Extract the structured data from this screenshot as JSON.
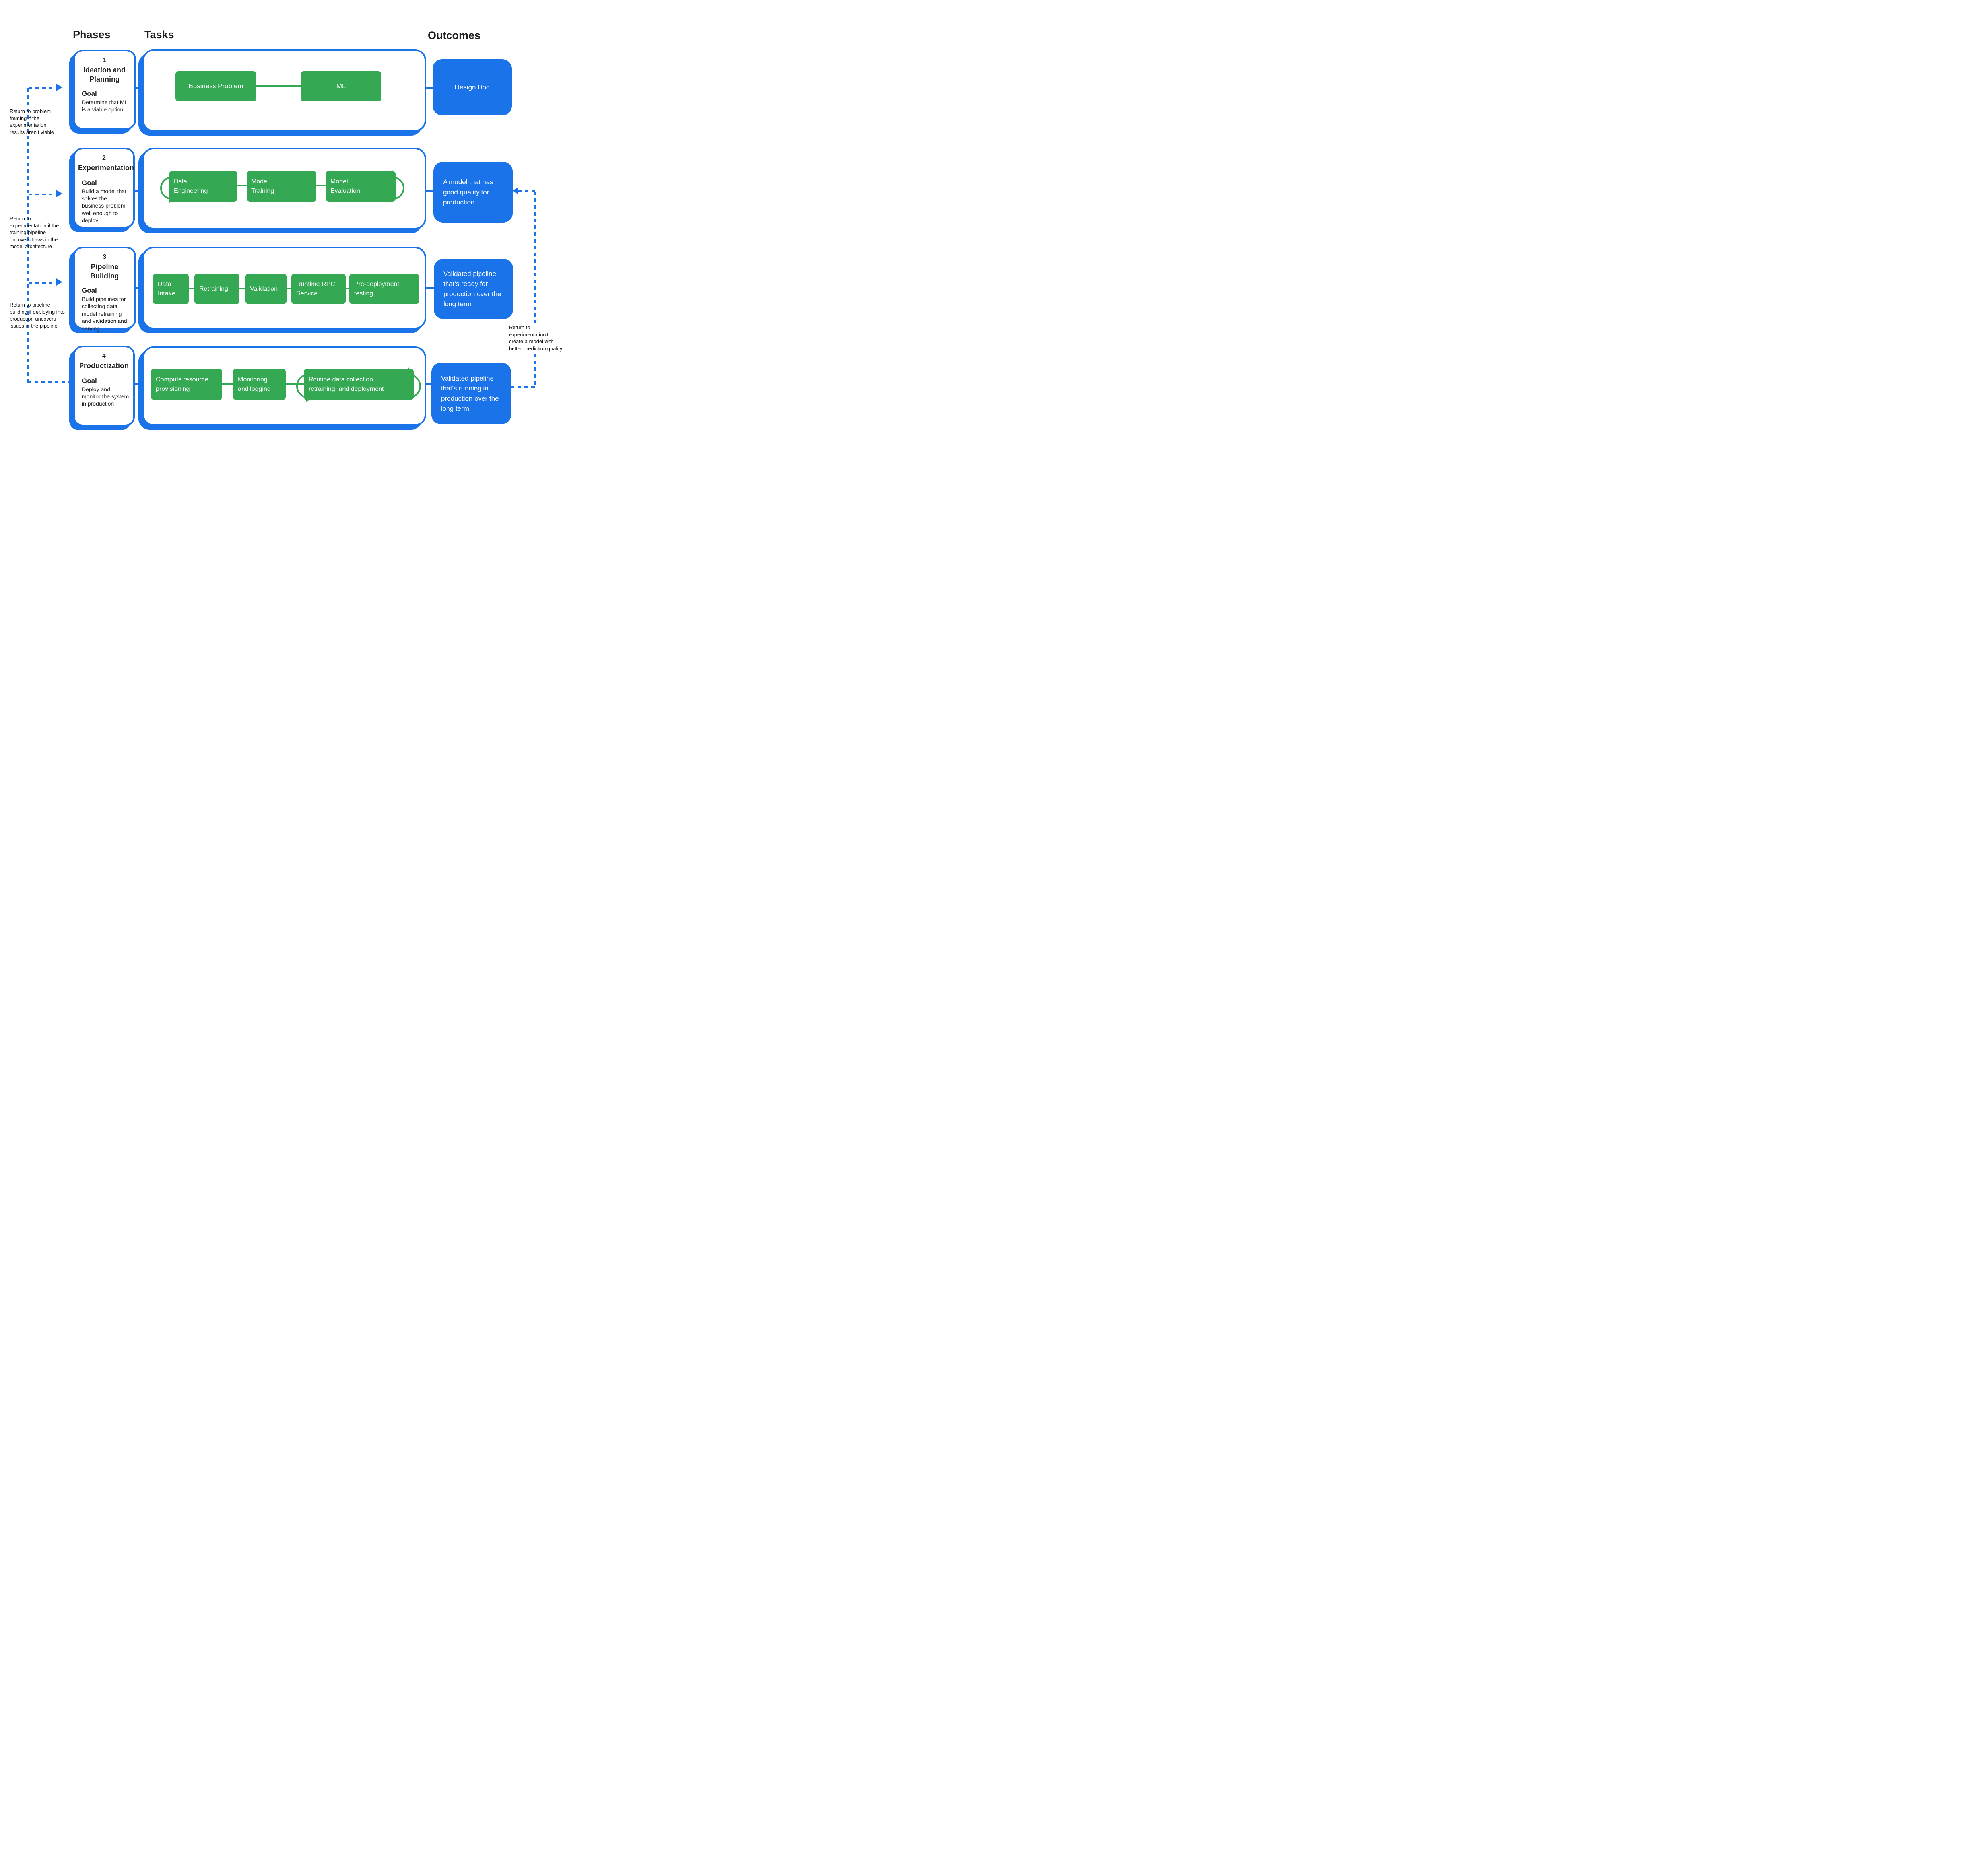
{
  "header": {
    "phases": "Phases",
    "tasks": "Tasks",
    "outcomes": "Outcomes"
  },
  "colors": {
    "accent_blue": "#1A73E8",
    "task_green": "#34A853",
    "text": "#202124"
  },
  "phases": [
    {
      "number": "1",
      "title": "Ideation and Planning",
      "goal_label": "Goal",
      "goal": "Determine that ML is a viable option",
      "tasks": [
        "Business Problem",
        "ML"
      ],
      "outcome": "Design Doc"
    },
    {
      "number": "2",
      "title": "Experimentation",
      "goal_label": "Goal",
      "goal": "Build a model that solves the business problem well enough to deploy",
      "tasks": [
        "Data Engineering",
        "Model Training",
        "Model Evaluation"
      ],
      "outcome": "A model that has good quality for production"
    },
    {
      "number": "3",
      "title": "Pipeline Building",
      "goal_label": "Goal",
      "goal": "Build pipelines for collecting data, model retraining and validation and serving",
      "tasks": [
        "Data Intake",
        "Retraining",
        "Validation",
        "Runtime RPC Service",
        "Pre-deployment testing"
      ],
      "outcome": "Validated pipeline that’s ready for production over the long term"
    },
    {
      "number": "4",
      "title": "Productization",
      "goal_label": "Goal",
      "goal": "Deploy and monitor the system in production",
      "tasks": [
        "Compute resource provisioning",
        "Monitoring and logging",
        "Routine data collection, retraining, and deployment"
      ],
      "outcome": "Validated pipeline that’s running in production over the long term"
    }
  ],
  "annotations": {
    "return_problem_framing": "Return to problem framing if the experimentation results aren’t viable",
    "return_experimentation_left": "Return to experimentation if the training pipeline uncovers flaws in the model architecture",
    "return_pipeline_building": "Return to pipeline building if deploying into production uncovers issues in the pipeline",
    "return_experimentation_right": "Return to experimentation to create a model with better prediction quality"
  }
}
